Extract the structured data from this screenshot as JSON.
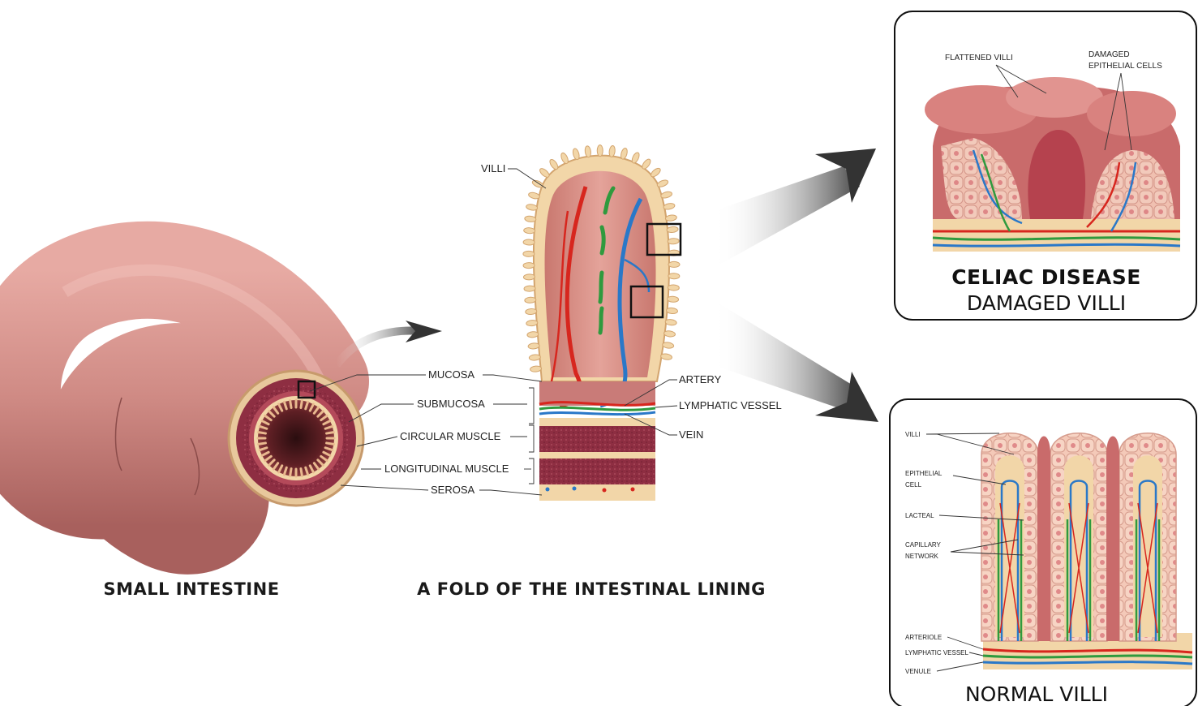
{
  "titles": {
    "small_intestine": "SMALL INTESTINE",
    "fold": "A FOLD OF THE INTESTINAL LINING"
  },
  "layer_labels": {
    "villi": "VILLI",
    "mucosa": "MUCOSA",
    "submucosa": "SUBMUCOSA",
    "circular_muscle": "CIRCULAR MUSCLE",
    "longitudinal_muscle": "LONGITUDINAL MUSCLE",
    "serosa": "SEROSA",
    "artery": "ARTERY",
    "lymphatic_vessel": "LYMPHATIC VESSEL",
    "vein": "VEIN"
  },
  "celiac_panel": {
    "flattened_villi": "FLATTENED VILLI",
    "damaged_cells_line1": "DAMAGED",
    "damaged_cells_line2": "EPITHELIAL CELLS",
    "title_bold": "CELIAC DISEASE",
    "title": "DAMAGED VILLI"
  },
  "normal_panel": {
    "villi": "VILLI",
    "epithelial_line1": "EPITHELIAL",
    "epithelial_line2": "CELL",
    "lacteal": "LACTEAL",
    "capillary_line1": "CAPILLARY",
    "capillary_line2": "NETWORK",
    "arteriole": "ARTERIOLE",
    "lymphatic_vessel": "LYMPHATIC VESSEL",
    "venule": "VENULE",
    "title": "NORMAL VILLI"
  },
  "colors": {
    "tissue_pink": "#c97b78",
    "epithelium_tan": "#f2d6a8",
    "muscle_maroon": "#8e2e42",
    "artery_red": "#d7261e",
    "vein_blue": "#2a78c8",
    "lymph_green": "#2f9a3e",
    "panel_border": "#111111"
  }
}
